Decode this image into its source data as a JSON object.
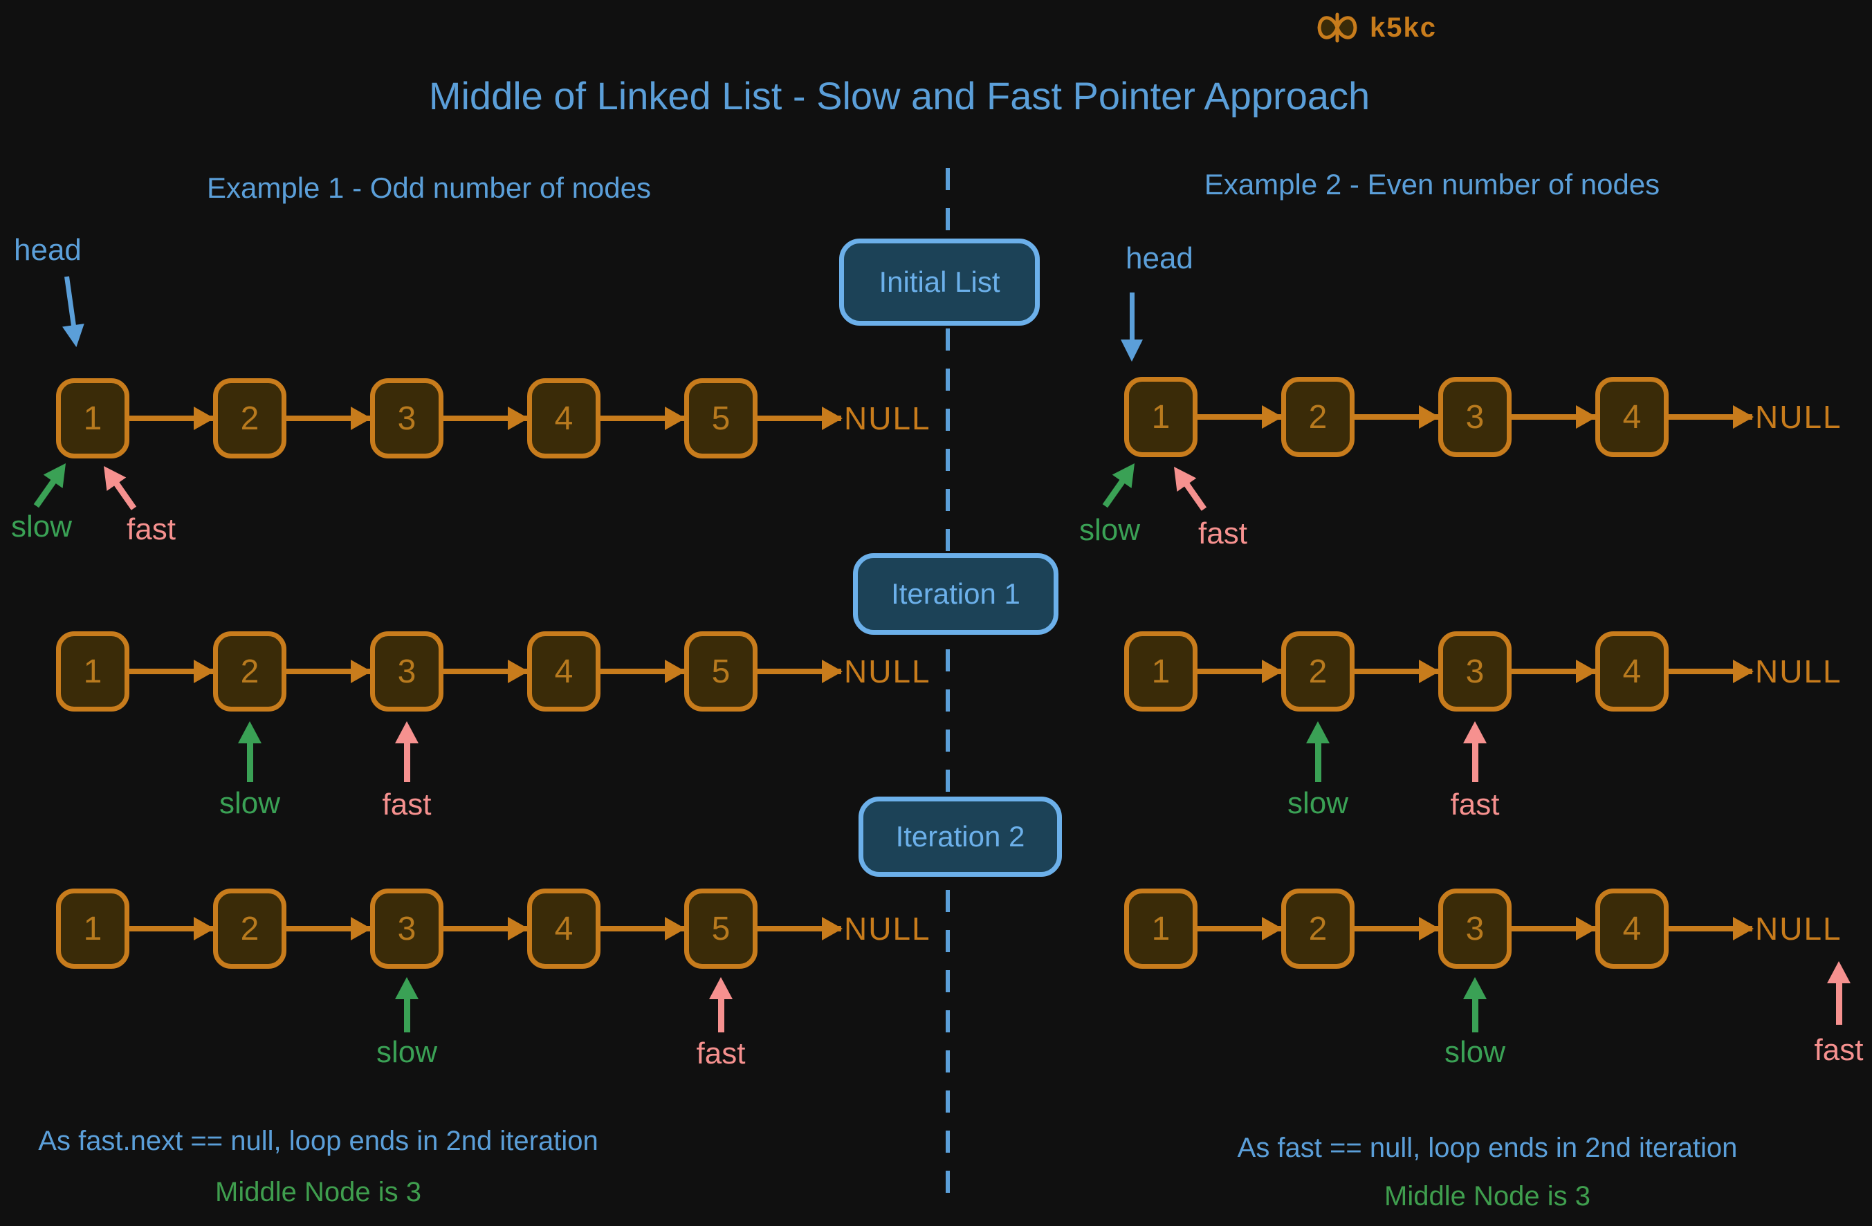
{
  "colors": {
    "bg": "#101010",
    "blue": "#5b9fd9",
    "badge-fill": "#1c4257",
    "badge-stroke": "#6cb0ea",
    "orange": "#c87c1c",
    "num": "#b87a1e",
    "node-fill": "#3a2b08",
    "green": "#3aa155",
    "pink": "#f6918f",
    "result-green": "#3f9e4e"
  },
  "header": {
    "title": "Middle of Linked List - Slow and Fast Pointer Approach",
    "brand": "k5kc"
  },
  "badges": {
    "initial": "Initial List",
    "iteration1": "Iteration 1",
    "iteration2": "Iteration 2"
  },
  "labels": {
    "head": "head",
    "slow": "slow",
    "fast": "fast",
    "null_text": "NULL"
  },
  "left": {
    "heading": "Example 1 - Odd number of nodes",
    "nodes": [
      "1",
      "2",
      "3",
      "4",
      "5"
    ],
    "conclusion": "As fast.next == null, loop ends in 2nd iteration",
    "result": "Middle Node is 3"
  },
  "right": {
    "heading": "Example 2 - Even number of nodes",
    "nodes": [
      "1",
      "2",
      "3",
      "4"
    ],
    "conclusion": "As fast == null, loop ends in 2nd iteration",
    "result": "Middle Node is 3"
  }
}
